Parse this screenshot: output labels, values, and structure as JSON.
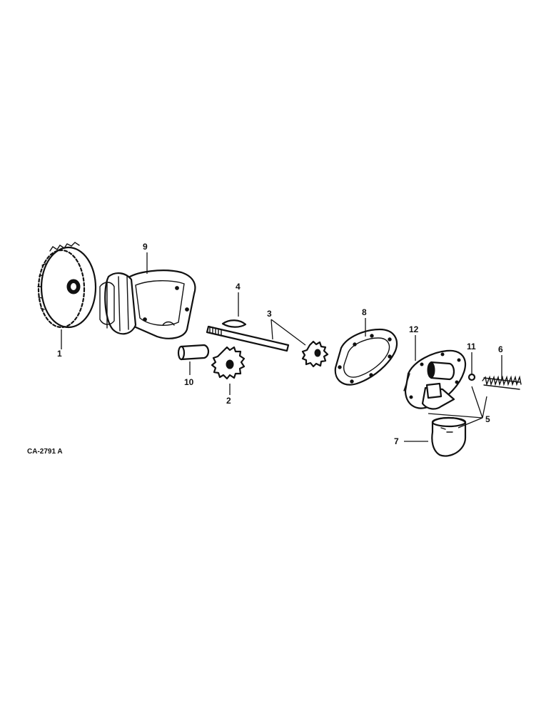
{
  "diagram": {
    "code": "CA-2791 A",
    "callouts": {
      "c1": "1",
      "c2": "2",
      "c3": "3",
      "c4": "4",
      "c5": "5",
      "c6": "6",
      "c7": "7",
      "c8": "8",
      "c9": "9",
      "c10": "10",
      "c11": "11",
      "c12": "12"
    }
  }
}
